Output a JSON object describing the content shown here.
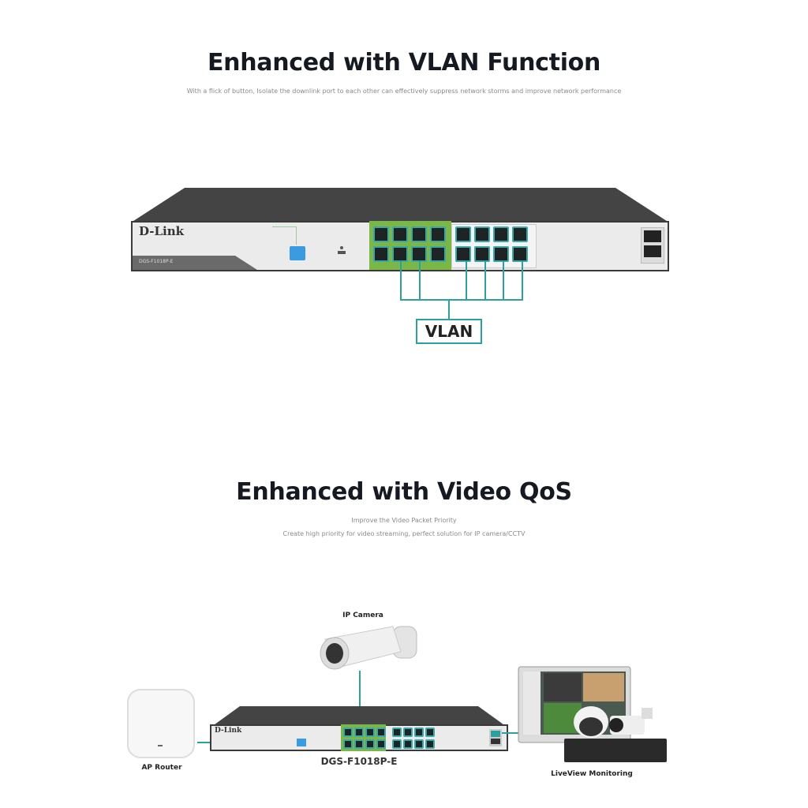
{
  "section_vlan": {
    "title": "Enhanced with VLAN Function",
    "subtitle": "With a flick of button, Isolate the downlink port to each other can effectively suppress network storms and improve network performance",
    "switch": {
      "brand": "D-Link",
      "model_label": "DGS-F1018P-E",
      "port_count": 16,
      "sfp_count": 2
    },
    "vlan_label": "VLAN"
  },
  "section_qos": {
    "title": "Enhanced with Video QoS",
    "subtitle_line1": "Improve the Video Packet Priority",
    "subtitle_line2": "Create high priority for video streaming, perfect solution for IP camera/CCTV",
    "devices": {
      "camera_label": "IP Camera",
      "ap_label": "AP Router",
      "switch_label": "DGS-F1018P-E",
      "monitor_label": "LiveView Monitoring",
      "switch_brand": "D-Link"
    }
  },
  "colors": {
    "accent_teal": "#2aa0a0",
    "port_group_green": "#7ab648",
    "switch_dark": "#3a3a3a",
    "dip_blue": "#3a9be0"
  }
}
